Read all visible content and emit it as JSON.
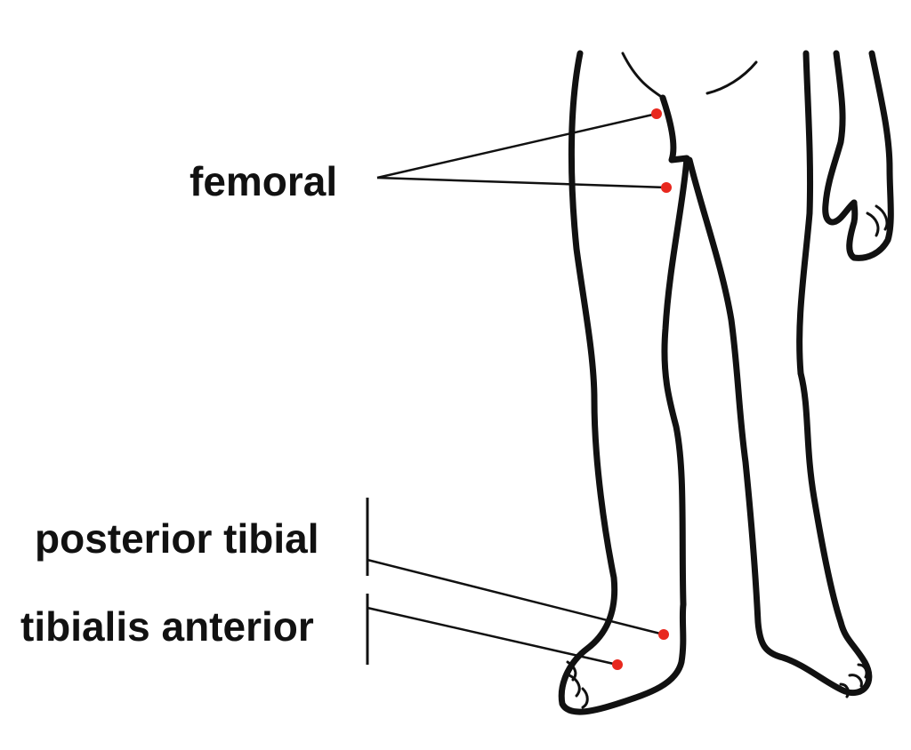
{
  "labels": {
    "femoral": "femoral",
    "posterior_tibial": "posterior tibial",
    "tibialis_anterior": "tibialis anterior"
  },
  "colors": {
    "pulse_point": "#e8281e",
    "outline": "#111111",
    "background": "#ffffff"
  }
}
